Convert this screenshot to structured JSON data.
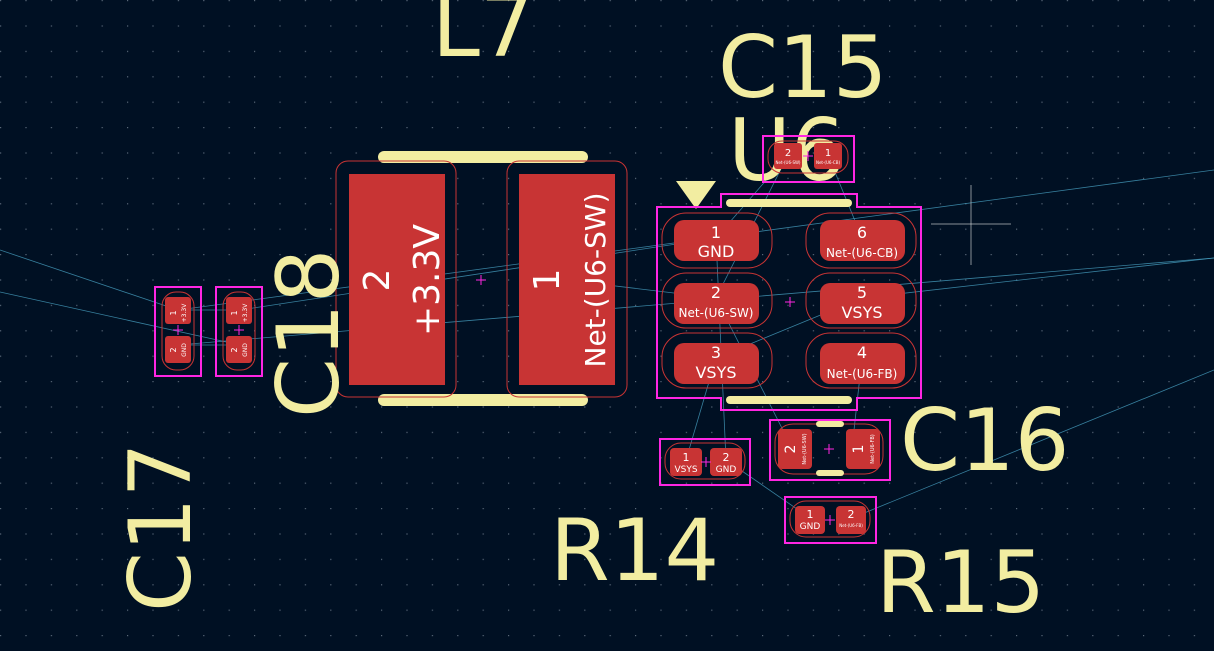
{
  "board": {
    "background": "#001023",
    "silkscreen_color": "#f2eda1",
    "pad_color": "#c83434",
    "courtyard_color": "#ff26e2",
    "ratsnest_color": "#4aa6c8",
    "grid": true
  },
  "refs": {
    "l7": "L7",
    "c15": "C15",
    "u6": "U6",
    "c18": "C18",
    "c17": "C17",
    "c16": "C16",
    "r14": "R14",
    "r15": "R15"
  },
  "l7_pads": [
    {
      "num": "2",
      "net": "+3.3V"
    },
    {
      "num": "1",
      "net": "Net-(U6-SW)"
    }
  ],
  "u6_pads": [
    {
      "num": "1",
      "net": "GND"
    },
    {
      "num": "2",
      "net": "Net-(U6-SW)"
    },
    {
      "num": "3",
      "net": "VSYS"
    },
    {
      "num": "6",
      "net": "Net-(U6-CB)"
    },
    {
      "num": "5",
      "net": "VSYS"
    },
    {
      "num": "4",
      "net": "Net-(U6-FB)"
    }
  ],
  "c15_pads": [
    {
      "num": "2",
      "net": "Net-(U6-SW)"
    },
    {
      "num": "1",
      "net": "Net-(U6-CB)"
    }
  ],
  "c18_pads": [
    {
      "num": "1",
      "net": "+3.3V"
    },
    {
      "num": "2",
      "net": "GND"
    }
  ],
  "c17_pads": [
    {
      "num": "1",
      "net": "+3.3V"
    },
    {
      "num": "2",
      "net": "GND"
    }
  ],
  "c16_pads": [
    {
      "num": "2",
      "net": "Net-(U6-SW)"
    },
    {
      "num": "1",
      "net": "Net-(U6-FB)"
    }
  ],
  "r14_pads": [
    {
      "num": "1",
      "net": "VSYS"
    },
    {
      "num": "2",
      "net": "GND"
    }
  ],
  "r15_pads": [
    {
      "num": "1",
      "net": "GND"
    },
    {
      "num": "2",
      "net": "Net-(U6-FB)"
    }
  ]
}
